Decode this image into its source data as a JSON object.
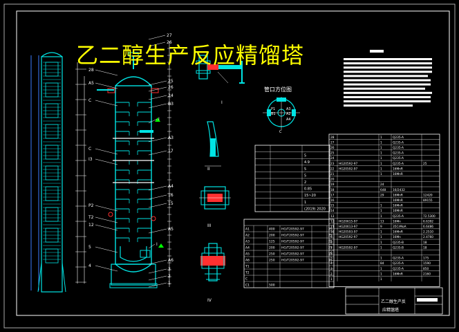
{
  "title": "乙二醇生产反应精馏塔",
  "nozzle_view_title": "管口方位图",
  "tower_labels": [
    {
      "text": "27"
    },
    {
      "text": "26"
    },
    {
      "text": "28"
    },
    {
      "text": "A5"
    },
    {
      "text": "25"
    },
    {
      "text": "26"
    },
    {
      "text": "24"
    },
    {
      "text": "C"
    },
    {
      "text": "A3"
    },
    {
      "text": "B3"
    },
    {
      "text": "I"
    },
    {
      "text": "17"
    },
    {
      "text": "C"
    },
    {
      "text": "I3"
    },
    {
      "text": "A4"
    },
    {
      "text": "16"
    },
    {
      "text": "15"
    },
    {
      "text": "P2"
    },
    {
      "text": "T2"
    },
    {
      "text": "12"
    },
    {
      "text": "A5"
    },
    {
      "text": "I"
    },
    {
      "text": "5"
    },
    {
      "text": "A6"
    },
    {
      "text": "4"
    },
    {
      "text": "3"
    },
    {
      "text": "2"
    },
    {
      "text": "1"
    }
  ],
  "detail_labels": [
    "I",
    "II",
    "III",
    "IV"
  ],
  "nozzle_labels": [
    "A3",
    "A2",
    "A4",
    "P1",
    "B1",
    "C"
  ],
  "design_table": {
    "rows": [
      [
        "",
        "",
        ""
      ],
      [
        "",
        "",
        "5"
      ],
      [
        "",
        "",
        "4.9"
      ],
      [
        "",
        "",
        "5"
      ],
      [
        "",
        "",
        "5"
      ],
      [
        "",
        "",
        "2"
      ],
      [
        "",
        "",
        "0.85"
      ],
      [
        "",
        "",
        "15~20"
      ],
      [
        "",
        "",
        "1"
      ],
      [
        "",
        "",
        "(2019) 2020"
      ]
    ]
  },
  "nozzle_table": {
    "rows": [
      [
        "A1",
        "",
        "400",
        "HG/T20592-97",
        "",
        "25"
      ],
      [
        "A2",
        "",
        "200",
        "HG/T20592-97",
        "",
        "25"
      ],
      [
        "A3",
        "",
        "125",
        "HG/T20592-97",
        "",
        "25"
      ],
      [
        "A4",
        "",
        "200",
        "HG/T20592-97",
        "",
        "25"
      ],
      [
        "A5",
        "",
        "250",
        "HG/T20592-97",
        "",
        "25"
      ],
      [
        "A6",
        "",
        "250",
        "HG/T20592-97",
        "",
        "25"
      ],
      [
        "T1",
        "",
        "",
        "",
        "",
        ""
      ],
      [
        "T2",
        "",
        "",
        "",
        "",
        ""
      ],
      [
        "C",
        "",
        "",
        "",
        "",
        ""
      ],
      [
        "C1",
        "",
        "500",
        "",
        "",
        ""
      ]
    ]
  },
  "parts_table": {
    "rows": [
      [
        "28",
        "",
        "1",
        "Q235-A",
        ""
      ],
      [
        "27",
        "",
        "1",
        "Q235-A",
        ""
      ],
      [
        "26",
        "",
        "1",
        "Q235-A",
        ""
      ],
      [
        "25",
        "",
        "1",
        "Q235-A",
        ""
      ],
      [
        "24",
        "",
        "1",
        "Q235-A",
        ""
      ],
      [
        "23",
        "HG20592-97",
        "1",
        "Q235-A",
        "25"
      ],
      [
        "22",
        "HG20592-97",
        "1",
        "16MnR",
        ""
      ],
      [
        "21",
        "",
        "1",
        "16MnR",
        ""
      ],
      [
        "20",
        "",
        "",
        "",
        ""
      ],
      [
        "19",
        "",
        "24",
        "",
        ""
      ],
      [
        "18",
        "",
        "648",
        "16/2432",
        ""
      ],
      [
        "17",
        "",
        "29",
        "16MnR",
        "12420"
      ],
      [
        "16",
        "",
        "",
        "16MnR",
        "89155"
      ],
      [
        "15",
        "",
        "1",
        "16MnR",
        ""
      ],
      [
        "14",
        "",
        "1",
        "16MnR",
        ""
      ],
      [
        "13",
        "",
        "1",
        "Q235-A",
        "72.5300"
      ],
      [
        "12",
        "HG20615-97",
        "13",
        "16Mn",
        "6.6392"
      ],
      [
        "11",
        "HG20613-97",
        "9",
        "35CrMoA",
        "6.6486"
      ],
      [
        "10",
        "HG20593-97",
        "1",
        "16MnR",
        "2.2510"
      ],
      [
        "9",
        "HG20592-97",
        "1",
        "16Mn",
        "2.4760"
      ],
      [
        "8",
        "",
        "1",
        "Q235-B",
        "18"
      ],
      [
        "7",
        "HG20592-97",
        "1",
        "Q235-B",
        "18"
      ],
      [
        "6",
        "",
        "",
        "",
        ""
      ],
      [
        "5",
        "",
        "1",
        "Q235-A",
        "175"
      ],
      [
        "4",
        "",
        "84",
        "Q235-A",
        "1590"
      ],
      [
        "3",
        "",
        "1",
        "Q235-A",
        "850"
      ],
      [
        "2",
        "",
        "1",
        "16MnR",
        "2160"
      ],
      [
        "1",
        "",
        "1",
        "",
        ""
      ]
    ]
  },
  "title_block": {
    "line1": "乙二醇生产反",
    "line2": "应精馏塔"
  },
  "colors": {
    "background": "#000000",
    "frame": "#ffffff",
    "tower": "#00e5e5",
    "title": "#ffff00",
    "accent_red": "#ff3030",
    "leader": "#ffffff",
    "column_left": "#3c7cff"
  }
}
